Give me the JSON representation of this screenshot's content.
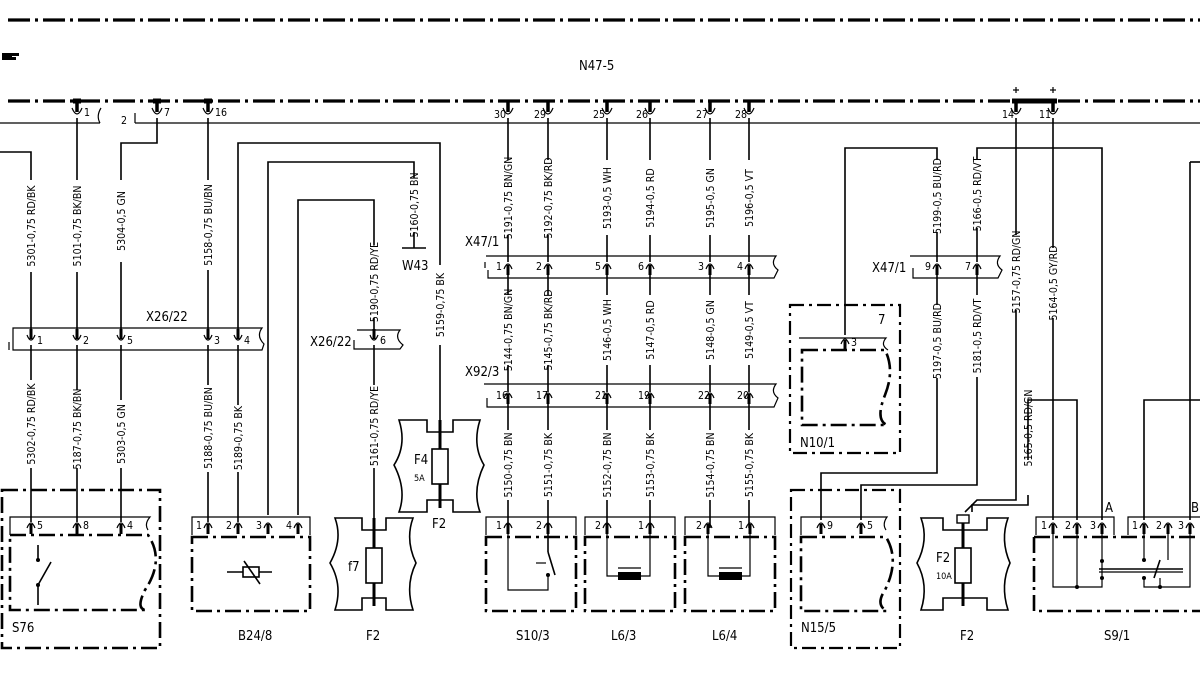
{
  "diagram": {
    "title": "N47-5",
    "note_icon": "pointing-hand-icon",
    "module_pins": [
      "1",
      "2",
      "7",
      "16",
      "30",
      "29",
      "25",
      "26",
      "27",
      "28",
      "14",
      "11"
    ],
    "wires_top": [
      {
        "id": "w5301",
        "label": "5301-0,75 RD/BK"
      },
      {
        "id": "w5101",
        "label": "5101-0,75 BK/BN"
      },
      {
        "id": "w5304",
        "label": "5304-0,5 GN"
      },
      {
        "id": "w5158",
        "label": "5158-0,75 BU/BN"
      },
      {
        "id": "w5160",
        "label": "5160-0,75 BN"
      },
      {
        "id": "w5190",
        "label": "5190-0,75 RD/YE"
      },
      {
        "id": "w5159",
        "label": "5159-0,75 BK"
      },
      {
        "id": "w5191",
        "label": "5191-0,75 BN/GN"
      },
      {
        "id": "w5192",
        "label": "5192-0,75 BK/RD"
      },
      {
        "id": "w5193",
        "label": "5193-0,5 WH"
      },
      {
        "id": "w5194",
        "label": "5194-0,5 RD"
      },
      {
        "id": "w5195",
        "label": "5195-0,5 GN"
      },
      {
        "id": "w5196",
        "label": "5196-0,5 VT"
      },
      {
        "id": "w5199",
        "label": "5199-0,5 BU/RD"
      },
      {
        "id": "w5166",
        "label": "5166-0,5 RD/VT"
      },
      {
        "id": "w5157",
        "label": "5157-0,75 RD/GN"
      },
      {
        "id": "w5164",
        "label": "5164-0,5 GY/RD"
      }
    ],
    "wires_mid": [
      {
        "id": "w5144",
        "label": "5144-0,75 BN/GN"
      },
      {
        "id": "w5145",
        "label": "5145-0,75 BK/RD"
      },
      {
        "id": "w5146",
        "label": "5146-0,5 WH"
      },
      {
        "id": "w5147",
        "label": "5147-0,5 RD"
      },
      {
        "id": "w5148",
        "label": "5148-0,5 GN"
      },
      {
        "id": "w5149",
        "label": "5149-0,5 VT"
      },
      {
        "id": "w5197",
        "label": "5197-0,5 BU/RD"
      },
      {
        "id": "w5181",
        "label": "5181-0,5 RD/VT"
      }
    ],
    "wires_low": [
      {
        "id": "w5302",
        "label": "5302-0,75 RD/BK"
      },
      {
        "id": "w5187",
        "label": "5187-0,75 BK/BN"
      },
      {
        "id": "w5303",
        "label": "5303-0,5 GN"
      },
      {
        "id": "w5188",
        "label": "5188-0,75 BU/BN"
      },
      {
        "id": "w5189",
        "label": "5189-0,75 BK"
      },
      {
        "id": "w5161",
        "label": "5161-0,75 RD/YE"
      },
      {
        "id": "w5150",
        "label": "5150-0,75 BN"
      },
      {
        "id": "w5151",
        "label": "5151-0,75 BK"
      },
      {
        "id": "w5152",
        "label": "5152-0,75 BN"
      },
      {
        "id": "w5153",
        "label": "5153-0,75 BK"
      },
      {
        "id": "w5154",
        "label": "5154-0,75 BN"
      },
      {
        "id": "w5155",
        "label": "5155-0,75 BK"
      },
      {
        "id": "w5165",
        "label": "5165-0,5 RD/GN"
      }
    ],
    "connectors": {
      "x26_22_a": {
        "name": "X26/22",
        "pins": [
          "1",
          "2",
          "5",
          "3",
          "4"
        ]
      },
      "x26_22_b": {
        "name": "X26/22",
        "pins": [
          "6"
        ]
      },
      "x47_1_a": {
        "name": "X47/1",
        "pins": [
          "1",
          "2",
          "5",
          "6",
          "3",
          "4"
        ]
      },
      "x47_1_b": {
        "name": "X47/1",
        "pins": [
          "9",
          "7"
        ]
      },
      "x92_3": {
        "name": "X92/3",
        "pins": [
          "16",
          "17",
          "21",
          "19",
          "22",
          "20"
        ]
      },
      "w43": {
        "name": "W43"
      }
    },
    "components": {
      "s76": {
        "name": "S76",
        "pins": [
          "5",
          "8",
          "4"
        ]
      },
      "b24_8": {
        "name": "B24/8",
        "pins": [
          "1",
          "2",
          "3",
          "4"
        ]
      },
      "f2_f7": {
        "name": "F2",
        "fuse": "f7"
      },
      "f2_f4": {
        "name": "F2",
        "fuse": "F4",
        "rating": "5A"
      },
      "s10_3": {
        "name": "S10/3",
        "pins": [
          "1",
          "2"
        ]
      },
      "l6_3": {
        "name": "L6/3",
        "pins": [
          "2",
          "1"
        ]
      },
      "l6_4": {
        "name": "L6/4",
        "pins": [
          "2",
          "1"
        ]
      },
      "n10_1": {
        "name": "N10/1",
        "pins": [
          "7",
          "3"
        ]
      },
      "n15_5": {
        "name": "N15/5",
        "pins": [
          "9",
          "5"
        ]
      },
      "f2_f2": {
        "name": "F2",
        "fuse": "F2",
        "rating": "10A"
      },
      "s9_1": {
        "name": "S9/1",
        "group_a": "A",
        "group_b": "B",
        "pins_a": [
          "1",
          "2",
          "3"
        ],
        "pins_b": [
          "1",
          "2",
          "3"
        ]
      }
    }
  }
}
